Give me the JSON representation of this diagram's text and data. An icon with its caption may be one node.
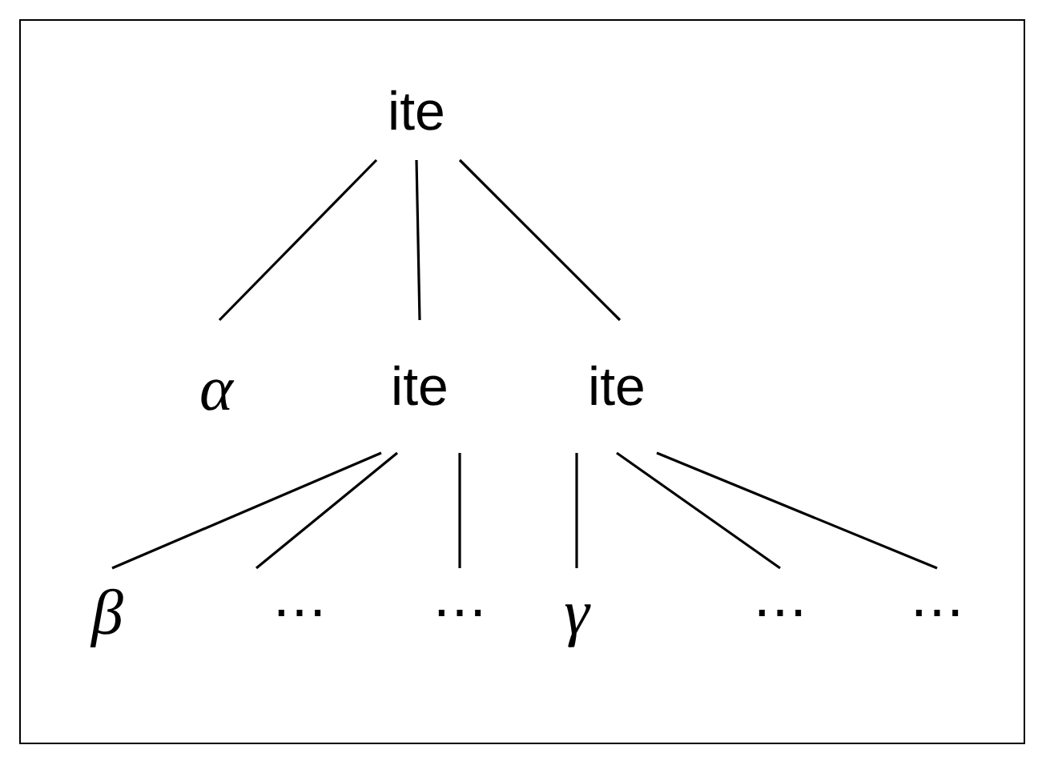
{
  "diagram": {
    "nodes": [
      {
        "text": [
          "ite"
        ]
      },
      {
        "text": [
          "α"
        ]
      },
      {
        "text": [
          "ite"
        ]
      },
      {
        "text": [
          "ite"
        ]
      },
      {
        "text": [
          "β"
        ]
      },
      {
        "text": [
          "⋯"
        ]
      },
      {
        "text": [
          "⋯"
        ]
      },
      {
        "text": [
          "γ"
        ]
      },
      {
        "text": [
          "⋯"
        ]
      },
      {
        "text": [
          "⋯"
        ]
      }
    ],
    "edges": [
      {
        "from": 0,
        "to": 1,
        "arrow": "none"
      },
      {
        "from": 0,
        "to": 2,
        "arrow": "none"
      },
      {
        "from": 0,
        "to": 3,
        "arrow": "none"
      },
      {
        "from": 2,
        "to": 4,
        "arrow": "none"
      },
      {
        "from": 2,
        "to": 5,
        "arrow": "none"
      },
      {
        "from": 2,
        "to": 6,
        "arrow": "none"
      },
      {
        "from": 3,
        "to": 7,
        "arrow": "none"
      },
      {
        "from": 3,
        "to": 8,
        "arrow": "none"
      },
      {
        "from": 3,
        "to": 9,
        "arrow": "none"
      }
    ]
  }
}
